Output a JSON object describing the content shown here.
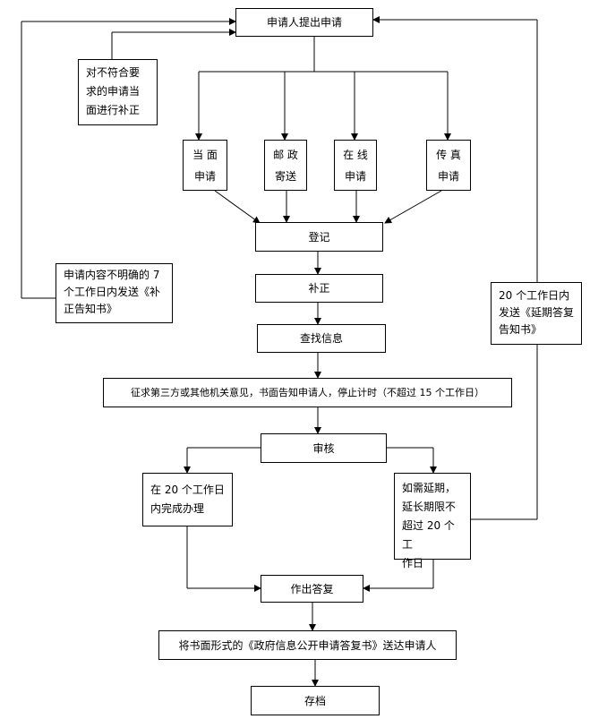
{
  "nodes": {
    "apply": "申请人提出申请",
    "supplement_onsite": [
      "对不符合要",
      "求的申请当",
      "面进行补正"
    ],
    "in_person": [
      "当 面",
      "申请"
    ],
    "by_mail": [
      "邮 政",
      "寄送"
    ],
    "online": [
      "在 线",
      "申请"
    ],
    "fax": [
      "传 真",
      "申请"
    ],
    "register": "登记",
    "unclear_notice": [
      "申请内容不明确的 7",
      "个工作日内发送《补",
      "正告知书》"
    ],
    "correction": "补正",
    "search_info": "查找信息",
    "third_party": "征求第三方或其他机关意见，书面告知申请人，停止计时（不超过 15 个工作日）",
    "extend_notice": [
      "20 个工作日内",
      "发送《延期答复",
      "告知书》"
    ],
    "review": "审核",
    "complete_20": [
      "在 20 个工作日",
      "内完成办理"
    ],
    "extension": [
      "如需延期，",
      "延长期限不",
      "超过 20 个工",
      "作日"
    ],
    "reply": "作出答复",
    "deliver": "将书面形式的《政府信息公开申请答复书》送达申请人",
    "archive": "存档"
  }
}
